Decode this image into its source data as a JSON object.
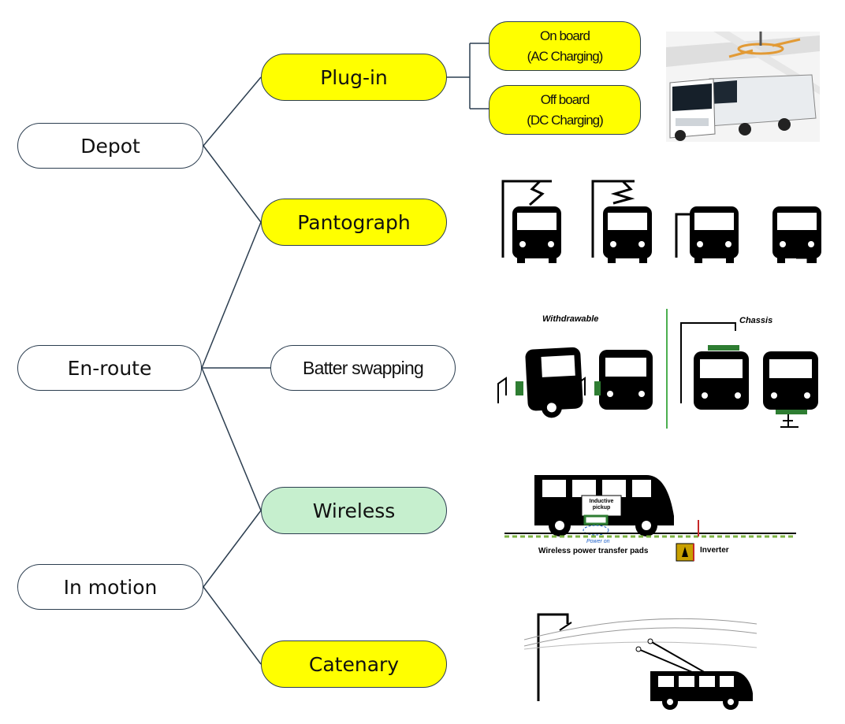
{
  "roots": {
    "depot": "Depot",
    "enroute": "En-route",
    "inmotion": "In motion"
  },
  "methods": {
    "plugin": "Plug-in",
    "pantograph": "Pantograph",
    "battery": "Batter swapping",
    "wireless": "Wireless",
    "catenary": "Catenary"
  },
  "plugin_children": {
    "onboard": [
      "On board",
      "(AC Charging)"
    ],
    "offboard": [
      "Off board",
      "(DC Charging)"
    ]
  },
  "illustrations": {
    "battery_withdrawable": "Withdrawable",
    "battery_chassis": "Chassis",
    "wireless_pickup": [
      "Inductive",
      "pickup"
    ],
    "wireless_power_on": "Power on",
    "wireless_pads": "Wireless power transfer pads",
    "wireless_inverter": "Inverter"
  },
  "colors": {
    "yellow": "#ffff00",
    "green": "#c6efce",
    "line": "#2c3e50"
  }
}
